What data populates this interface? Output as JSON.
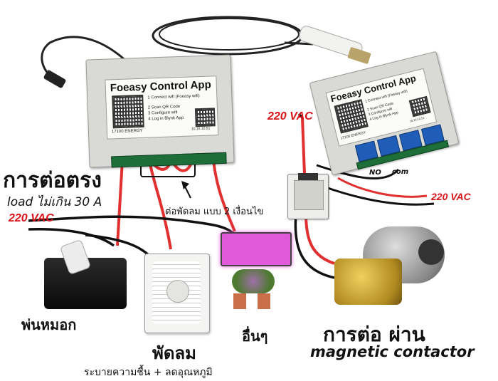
{
  "main_controller": {
    "title": "Foeasy Control App",
    "steps": [
      "1 Connect wifi (Foeasy wifi)",
      "2 Scan QR Code",
      "3 Configure wifi",
      "4 Log in Blynk App"
    ],
    "model": "17100 ENERGY",
    "ip": "10.10.10.51"
  },
  "relay_controller": {
    "title": "Foeasy Control App",
    "steps": [
      "1 Connect wifi (Foeasy wifi)",
      "2 Scan QR Code",
      "3 Configure wifi",
      "4 Log in Blynk App"
    ],
    "model": "17100 ENERGY",
    "ip": "10.10.10.51"
  },
  "labels": {
    "direct_connect": "การต่อตรง",
    "load_limit": "load ไม่เกิน 30 A",
    "vac_left": "220 VAC",
    "vac_top_right": "220 VAC",
    "vac_right": "220 VAC",
    "fan_wiring_note": "ต่อพัดลม แบบ 2 เงื่อนไข",
    "mist": "พ่นหมอก",
    "fan": "พัดลม",
    "fan_purpose": "ระบายความชื้น + ลดอุณหภูมิ",
    "others": "อื่นๆ",
    "via_contactor": "การต่อ ผ่าน",
    "magnetic_contactor": "magnetic contactor",
    "no_terminal": "NO",
    "com_terminal": "com"
  },
  "colors": {
    "vac_red": "#d8141a",
    "wire_red": "#e03030",
    "wire_black": "#111111",
    "grow_light": "#e05ad8",
    "relay_blue": "#1f5db8"
  }
}
